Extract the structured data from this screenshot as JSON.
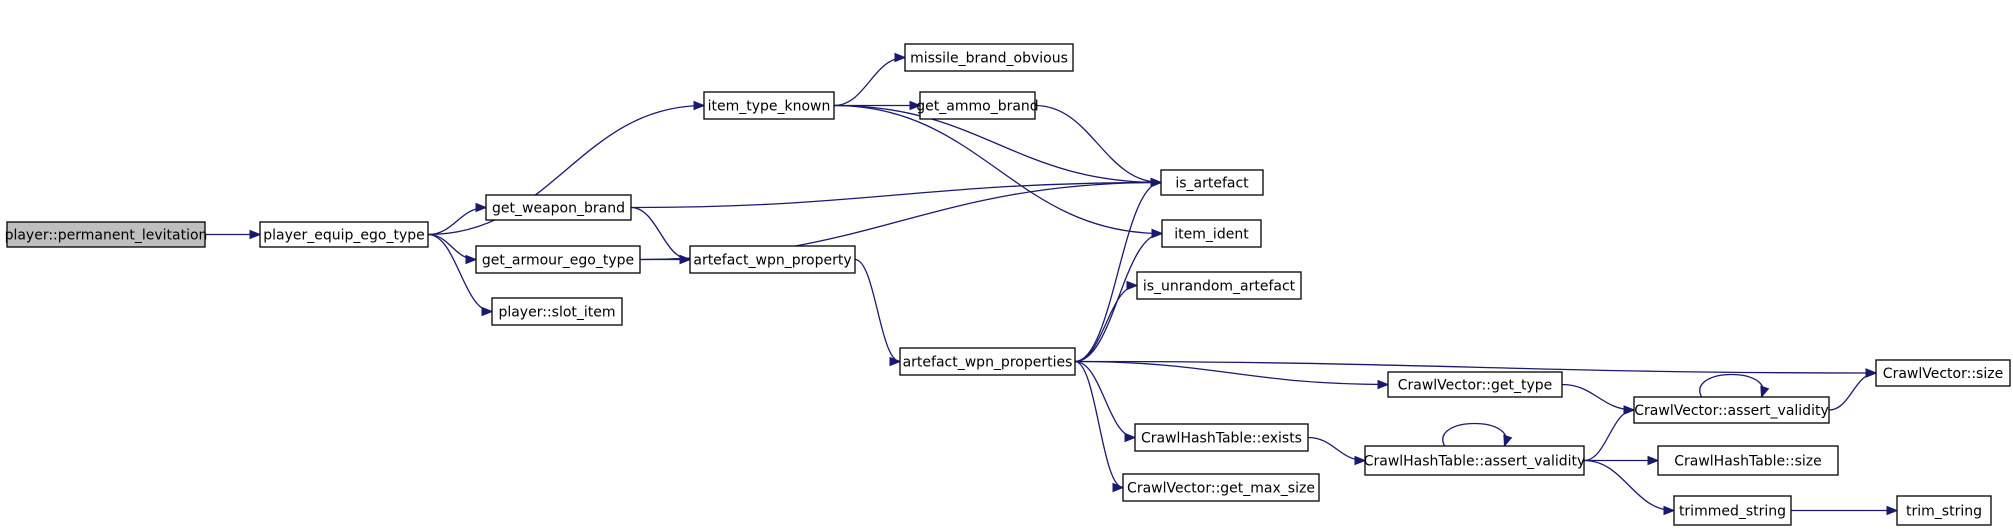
{
  "graph": {
    "nodes": [
      {
        "id": "root",
        "label": "player::permanent_levitation",
        "highlight": true
      },
      {
        "id": "pet",
        "label": "player_equip_ego_type"
      },
      {
        "id": "itk",
        "label": "item_type_known"
      },
      {
        "id": "mbo",
        "label": "missile_brand_obvious"
      },
      {
        "id": "gab",
        "label": "get_ammo_brand"
      },
      {
        "id": "gwb",
        "label": "get_weapon_brand"
      },
      {
        "id": "gaet",
        "label": "get_armour_ego_type"
      },
      {
        "id": "awp",
        "label": "artefact_wpn_property"
      },
      {
        "id": "psi",
        "label": "player::slot_item"
      },
      {
        "id": "isa",
        "label": "is_artefact"
      },
      {
        "id": "iid",
        "label": "item_ident"
      },
      {
        "id": "iua",
        "label": "is_unrandom_artefact"
      },
      {
        "id": "awps",
        "label": "artefact_wpn_properties"
      },
      {
        "id": "cvgt",
        "label": "CrawlVector::get_type"
      },
      {
        "id": "cvs",
        "label": "CrawlVector::size"
      },
      {
        "id": "cvav",
        "label": "CrawlVector::assert_validity"
      },
      {
        "id": "chte",
        "label": "CrawlHashTable::exists"
      },
      {
        "id": "chtav",
        "label": "CrawlHashTable::assert_validity"
      },
      {
        "id": "chts",
        "label": "CrawlHashTable::size"
      },
      {
        "id": "cvgms",
        "label": "CrawlVector::get_max_size"
      },
      {
        "id": "ts",
        "label": "trimmed_string"
      },
      {
        "id": "trs",
        "label": "trim_string"
      }
    ],
    "edges": [
      [
        "root",
        "pet"
      ],
      [
        "pet",
        "itk"
      ],
      [
        "pet",
        "gwb"
      ],
      [
        "pet",
        "gaet"
      ],
      [
        "pet",
        "psi"
      ],
      [
        "itk",
        "mbo"
      ],
      [
        "itk",
        "gab"
      ],
      [
        "itk",
        "isa"
      ],
      [
        "itk",
        "iid"
      ],
      [
        "gab",
        "isa"
      ],
      [
        "gwb",
        "isa"
      ],
      [
        "gwb",
        "awp"
      ],
      [
        "gaet",
        "awp"
      ],
      [
        "gaet",
        "isa"
      ],
      [
        "awp",
        "awps"
      ],
      [
        "awps",
        "isa"
      ],
      [
        "awps",
        "iid"
      ],
      [
        "awps",
        "iua"
      ],
      [
        "awps",
        "cvs"
      ],
      [
        "awps",
        "cvgt"
      ],
      [
        "awps",
        "chte"
      ],
      [
        "awps",
        "cvgms"
      ],
      [
        "cvgt",
        "cvav"
      ],
      [
        "cvav",
        "cvav"
      ],
      [
        "cvav",
        "cvs"
      ],
      [
        "chte",
        "chtav"
      ],
      [
        "chtav",
        "chtav"
      ],
      [
        "chtav",
        "cvav"
      ],
      [
        "chtav",
        "chts"
      ],
      [
        "chtav",
        "ts"
      ],
      [
        "ts",
        "trs"
      ]
    ]
  }
}
